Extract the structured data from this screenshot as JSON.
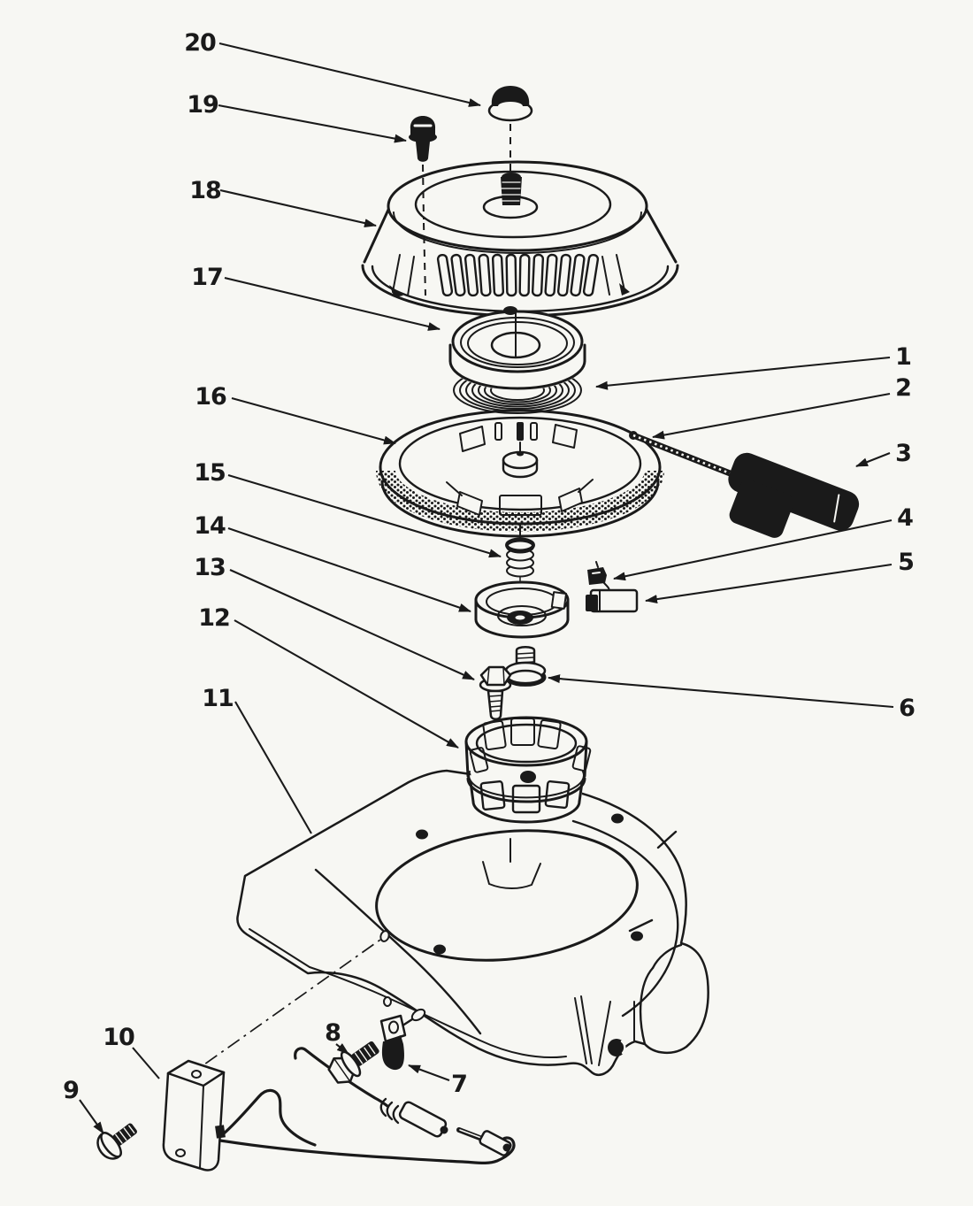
{
  "figure": {
    "kind": "exploded-parts-diagram",
    "subject": "recoil starter assembly line art with numbered callouts",
    "callout_count": 20
  },
  "colors": {
    "ink": "#1a1a1a",
    "paper": "#f7f7f3"
  },
  "callouts": [
    {
      "label": "1"
    },
    {
      "label": "2"
    },
    {
      "label": "3"
    },
    {
      "label": "4"
    },
    {
      "label": "5"
    },
    {
      "label": "6"
    },
    {
      "label": "7"
    },
    {
      "label": "8"
    },
    {
      "label": "9"
    },
    {
      "label": "10"
    },
    {
      "label": "11"
    },
    {
      "label": "12"
    },
    {
      "label": "13"
    },
    {
      "label": "14"
    },
    {
      "label": "15"
    },
    {
      "label": "16"
    },
    {
      "label": "17"
    },
    {
      "label": "18"
    },
    {
      "label": "19"
    },
    {
      "label": "20"
    }
  ]
}
